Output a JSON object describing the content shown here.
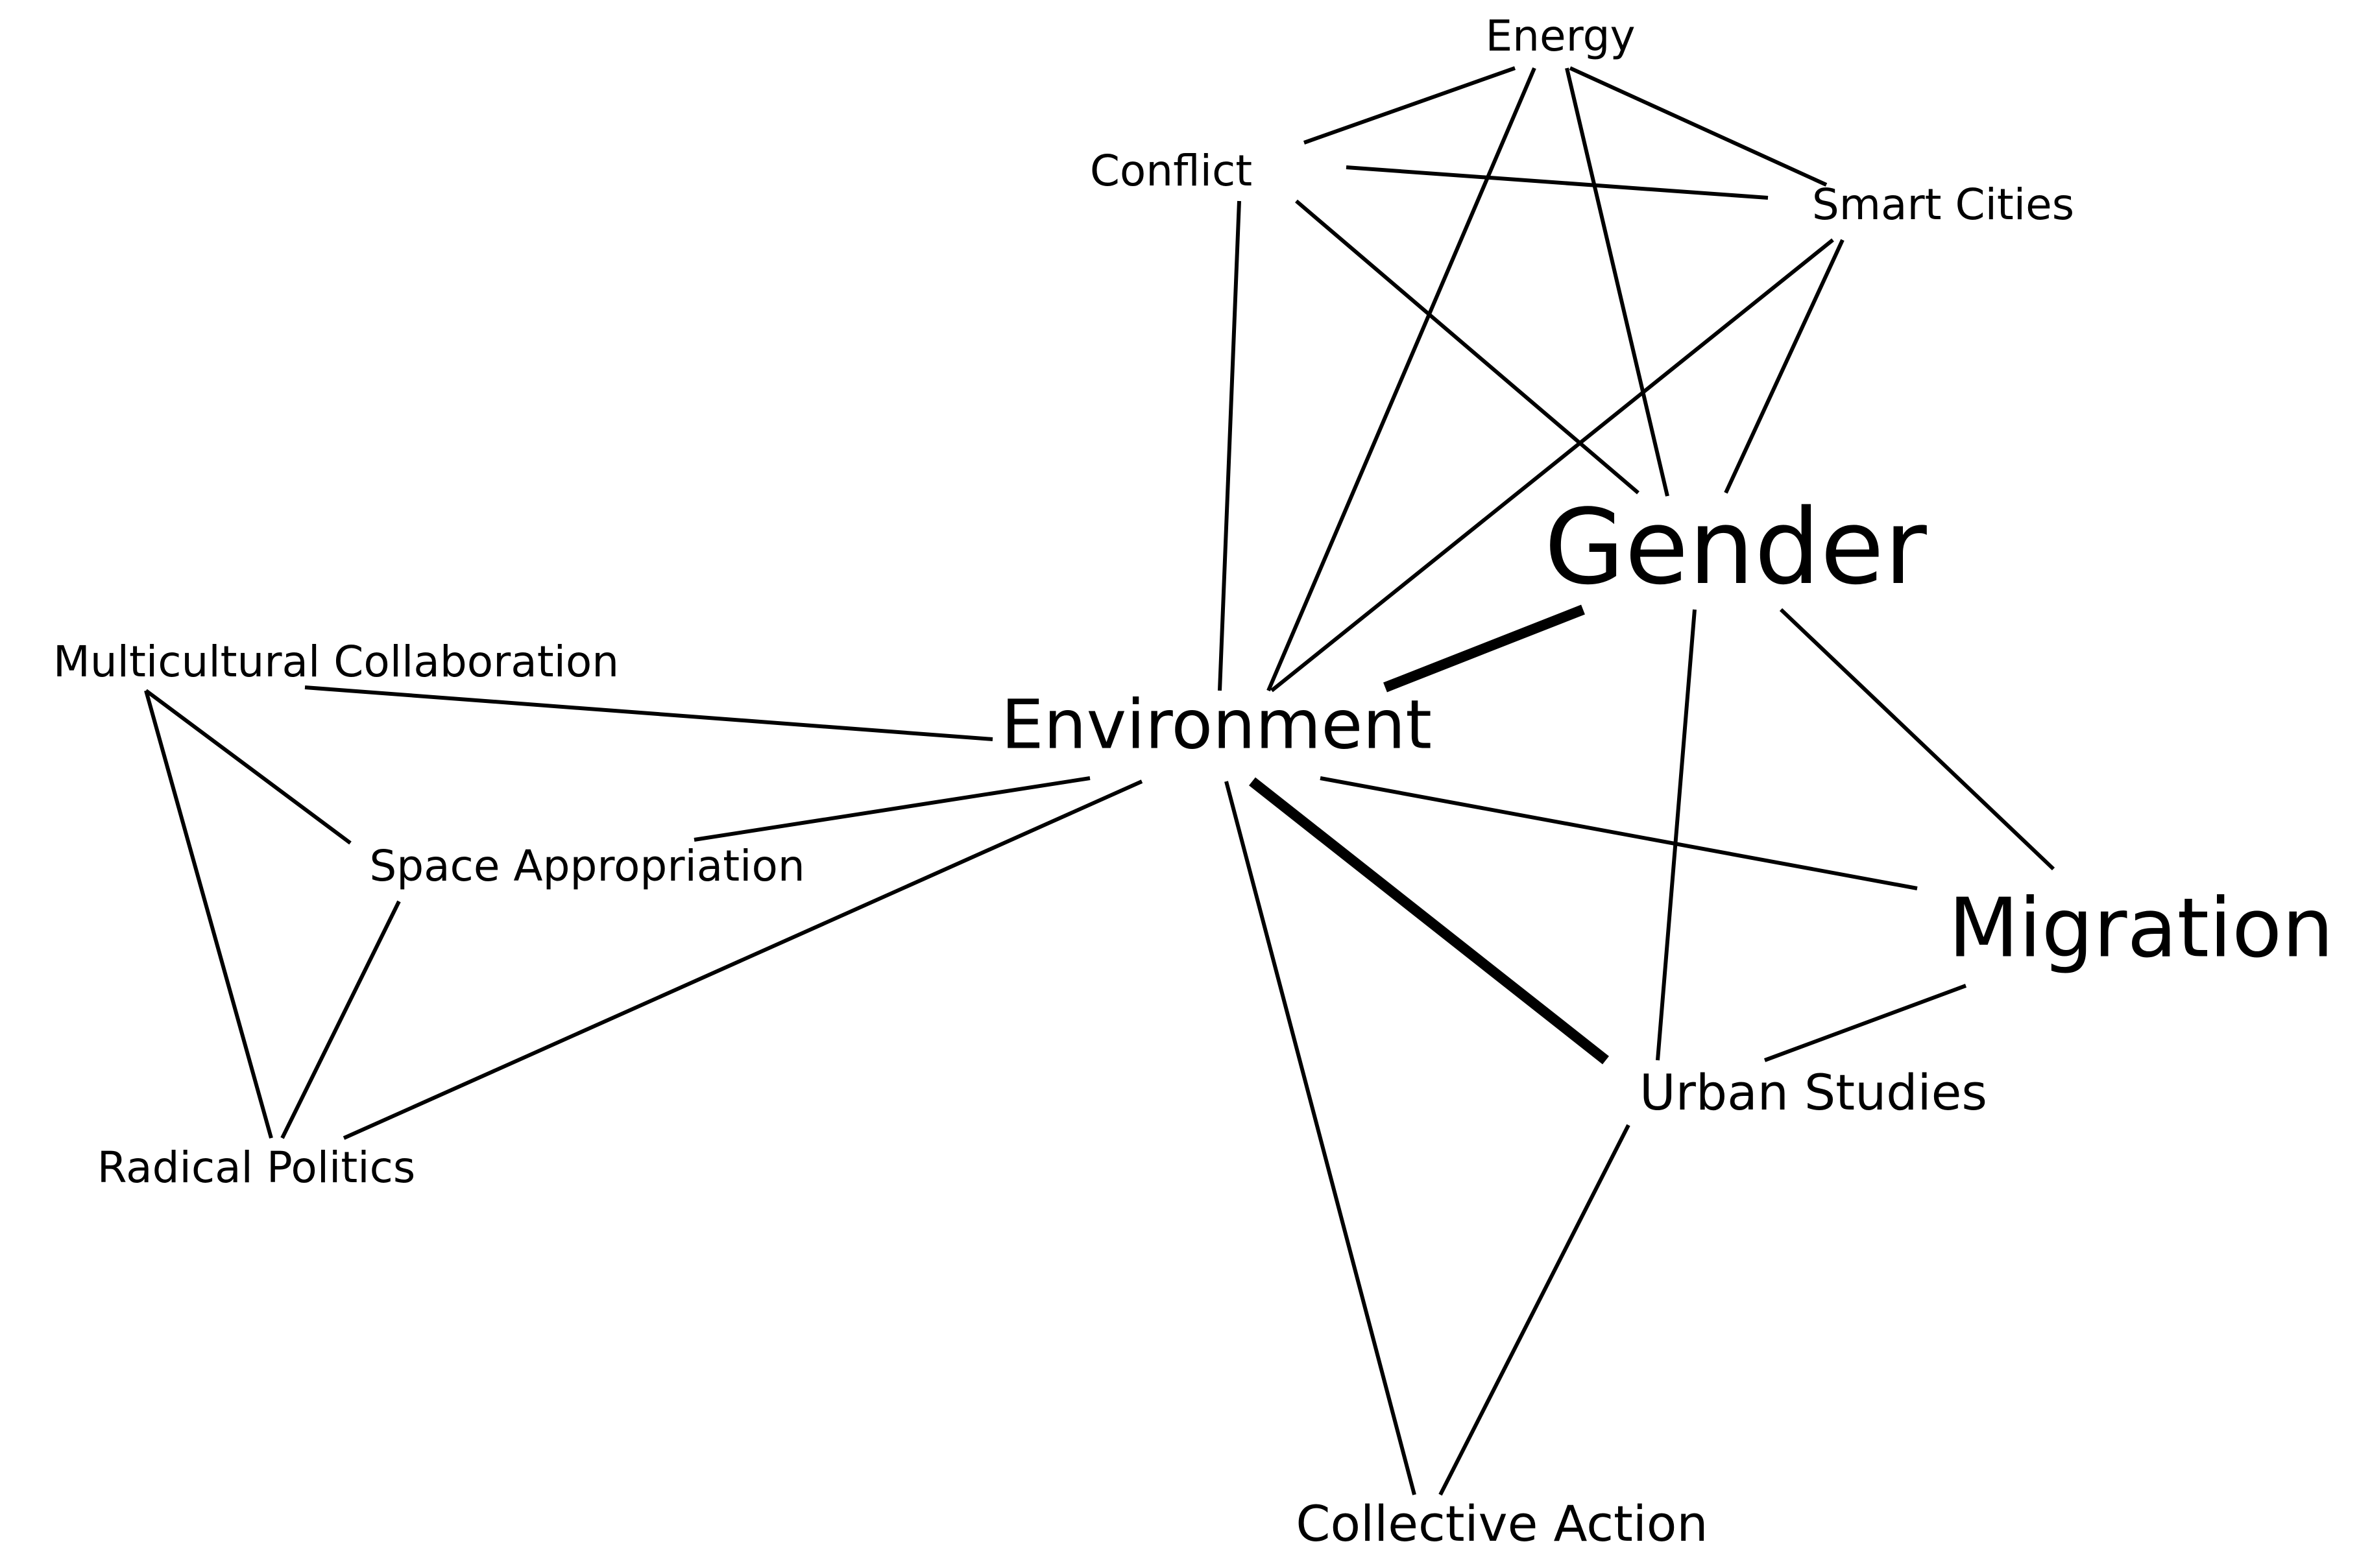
{
  "colors": {
    "background": "#ffffff",
    "ink": "#000000"
  },
  "nodes": [
    {
      "id": "energy",
      "label": "Energy",
      "weight": 1
    },
    {
      "id": "conflict",
      "label": "Conflict",
      "weight": 1
    },
    {
      "id": "smart_cities",
      "label": "Smart Cities",
      "weight": 1
    },
    {
      "id": "gender",
      "label": "Gender",
      "weight": 3
    },
    {
      "id": "multicultural_collaboration",
      "label": "Multicultural Collaboration",
      "weight": 1
    },
    {
      "id": "environment",
      "label": "Environment",
      "weight": 2
    },
    {
      "id": "space_appropriation",
      "label": "Space Appropriation",
      "weight": 1
    },
    {
      "id": "migration",
      "label": "Migration",
      "weight": 3
    },
    {
      "id": "urban_studies",
      "label": "Urban Studies",
      "weight": 1
    },
    {
      "id": "radical_politics",
      "label": "Radical Politics",
      "weight": 1
    },
    {
      "id": "collective_action",
      "label": "Collective Action",
      "weight": 1
    }
  ],
  "edges": [
    {
      "source": "energy",
      "target": "conflict",
      "weight": 1
    },
    {
      "source": "energy",
      "target": "smart_cities",
      "weight": 1
    },
    {
      "source": "energy",
      "target": "environment",
      "weight": 1
    },
    {
      "source": "energy",
      "target": "gender",
      "weight": 1
    },
    {
      "source": "conflict",
      "target": "smart_cities",
      "weight": 1
    },
    {
      "source": "conflict",
      "target": "gender",
      "weight": 1
    },
    {
      "source": "conflict",
      "target": "environment",
      "weight": 1
    },
    {
      "source": "smart_cities",
      "target": "environment",
      "weight": 1
    },
    {
      "source": "smart_cities",
      "target": "gender",
      "weight": 1
    },
    {
      "source": "gender",
      "target": "environment",
      "weight": 3
    },
    {
      "source": "gender",
      "target": "migration",
      "weight": 1
    },
    {
      "source": "gender",
      "target": "urban_studies",
      "weight": 1
    },
    {
      "source": "multicultural_collaboration",
      "target": "environment",
      "weight": 1
    },
    {
      "source": "multicultural_collaboration",
      "target": "space_appropriation",
      "weight": 1
    },
    {
      "source": "multicultural_collaboration",
      "target": "radical_politics",
      "weight": 1
    },
    {
      "source": "space_appropriation",
      "target": "environment",
      "weight": 1
    },
    {
      "source": "space_appropriation",
      "target": "radical_politics",
      "weight": 1
    },
    {
      "source": "radical_politics",
      "target": "environment",
      "weight": 1
    },
    {
      "source": "environment",
      "target": "migration",
      "weight": 1
    },
    {
      "source": "environment",
      "target": "urban_studies",
      "weight": 3
    },
    {
      "source": "environment",
      "target": "collective_action",
      "weight": 1
    },
    {
      "source": "migration",
      "target": "urban_studies",
      "weight": 1
    },
    {
      "source": "urban_studies",
      "target": "collective_action",
      "weight": 1
    }
  ]
}
